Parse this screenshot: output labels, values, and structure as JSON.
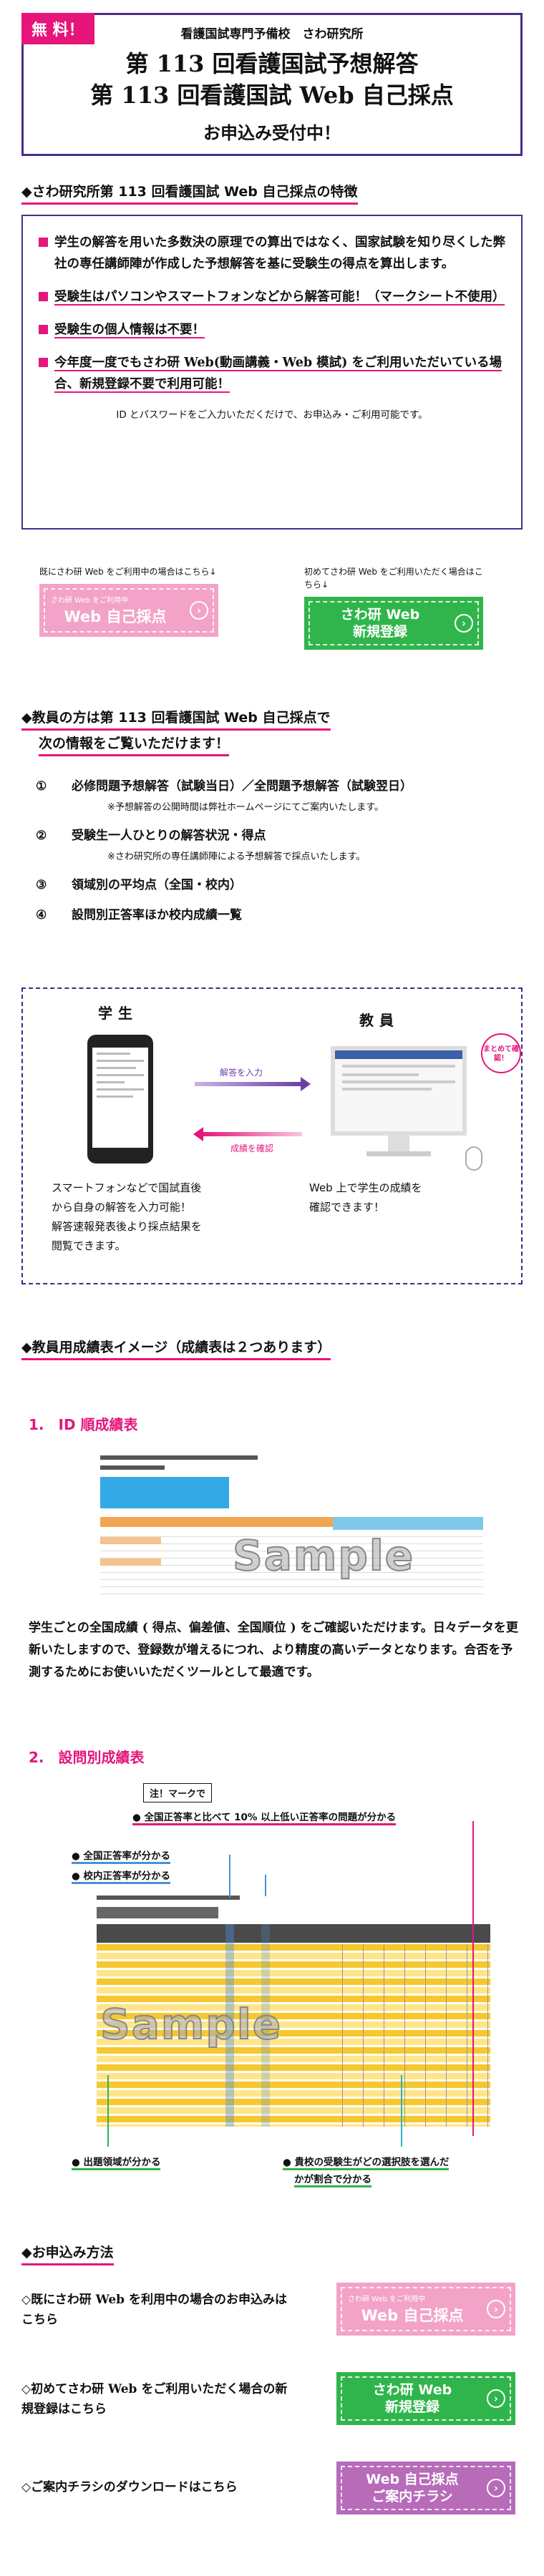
{
  "header": {
    "badge": "無 料！",
    "sub": "看護国試専門予備校　さわ研究所",
    "title1": "第 113 回看護国試予想解答",
    "title2": "第 113 回看護国試 Web 自己採点",
    "cta": "お申込み受付中！"
  },
  "features": {
    "heading": "◆さわ研究所第 113 回看護国試 Web 自己採点の特徴",
    "items": [
      "学生の解答を用いた多数決の原理での算出ではなく、国家試験を知り尽くした弊社の専任講師陣が作成した予想解答を基に受験生の得点を算出します。",
      "受験生はパソコンやスマートフォンなどから解答可能！（マークシート不使用）",
      "受験生の個人情報は不要！",
      "今年度一度でもさわ研 Web(動画講義・Web 模試) をご利用いただいている場合、新規登録不要で利用可能！"
    ],
    "note": "ID とパスワードをご入力いただくだけで、お申込み・ご利用可能です。"
  },
  "cta_top": {
    "left_caption": "既にさわ研 Web をご利用中の場合はこちら↓",
    "left_small": "さわ研 Web をご利用中",
    "left_label": "Web 自己採点",
    "right_caption": "初めてさわ研 Web をご利用いただく場合はこちら↓",
    "right_label1": "さわ研 Web",
    "right_label2": "新規登録",
    "arrow": "›"
  },
  "teacher_info": {
    "heading1": "◆教員の方は第 113 回看護国試 Web 自己採点で",
    "heading2": "次の情報をご覧いただけます！",
    "items": [
      {
        "num": "①",
        "text": "必修問題予想解答（試験当日）／全問題予想解答（試験翌日）",
        "sub": "※予想解答の公開時間は弊社ホームページにてご案内いたします。"
      },
      {
        "num": "②",
        "text": "受験生一人ひとりの解答状況・得点",
        "sub": "※さわ研究所の専任講師陣による予想解答で採点いたします。"
      },
      {
        "num": "③",
        "text": "領域別の平均点（全国・校内）",
        "sub": ""
      },
      {
        "num": "④",
        "text": "設問別正答率ほか校内成績一覧",
        "sub": ""
      }
    ]
  },
  "flow": {
    "student": "学生",
    "teacher": "教員",
    "to_teacher": "解答を入力",
    "to_student": "成績を確認",
    "stamp": "まとめて確認！",
    "student_text": [
      "スマートフォンなどで国試直後",
      "から自身の解答を入力可能！",
      "解答速報発表後より採点結果を",
      "閲覧できます。"
    ],
    "teacher_text": [
      "Web 上で学生の成績を",
      "確認できます！"
    ]
  },
  "results": {
    "heading": "◆教員用成績表イメージ（成績表は２つあります）",
    "sub1": "1.　ID 順成績表",
    "sample": "Sample",
    "text1": "学生ごとの全国成績 ( 得点、偏差値、全国順位 ) をご確認いただけます。日々データを更新いたしますので、登録数が増えるにつれ、より精度の高いデータとなります。合否を予測するためにお使いいただくツールとして最適です。",
    "sub2": "2.　設問別成績表",
    "callout_box": "注！マークで",
    "callout_top": "● 全国正答率と比べて 10% 以上低い正答率の問題が分かる",
    "callout_a": "● 全国正答率が分かる",
    "callout_b": "● 校内正答率が分かる",
    "callout_c": "● 出題領域が分かる",
    "callout_d1": "● 貴校の受験生がどの選択肢を選んだ",
    "callout_d2": "かが割合で分かる"
  },
  "apply": {
    "heading": "◆お申込み方法",
    "row1": "◇既にさわ研 Web を利用中の場合のお申込みはこちら",
    "row1_small": "さわ研 Web をご利用中",
    "row1_btn": "Web 自己採点",
    "row2": "◇初めてさわ研 Web をご利用いただく場合の新規登録はこちら",
    "row2_btn1": "さわ研 Web",
    "row2_btn2": "新規登録",
    "row3": "◇ご案内チラシのダウンロードはこちら",
    "row3_btn1": "Web 自己採点",
    "row3_btn2": "ご案内チラシ",
    "arrow": "›"
  }
}
